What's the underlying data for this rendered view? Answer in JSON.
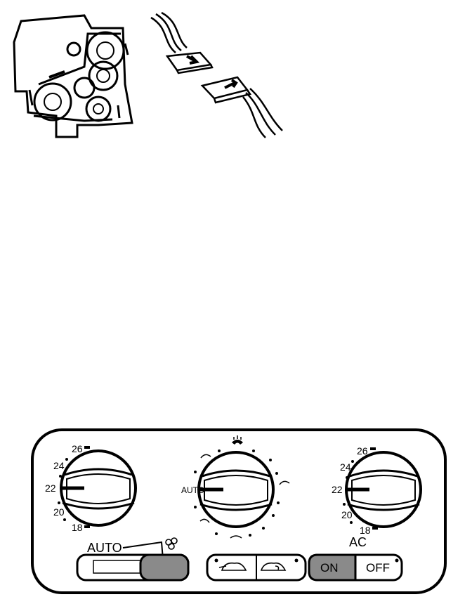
{
  "left_knob": {
    "ticks": [
      "26",
      "24",
      "22",
      "20",
      "18"
    ],
    "auto_label": "AUTO"
  },
  "center_knob": {
    "auto_mark": "AUTO"
  },
  "right_knob": {
    "ticks": [
      "26",
      "24",
      "22",
      "20",
      "18"
    ],
    "ac_label": "AC"
  },
  "ac_button": {
    "on_label": "ON",
    "off_label": "OFF"
  },
  "colors": {
    "ink": "#000000",
    "pressed": "#8a8a8a",
    "panel_bg": "#ffffff"
  },
  "icons": [
    "belt-drive-illustration",
    "connector-illustration",
    "defrost-icon",
    "fan-icon",
    "fresh-air-icon",
    "recirculate-icon"
  ]
}
